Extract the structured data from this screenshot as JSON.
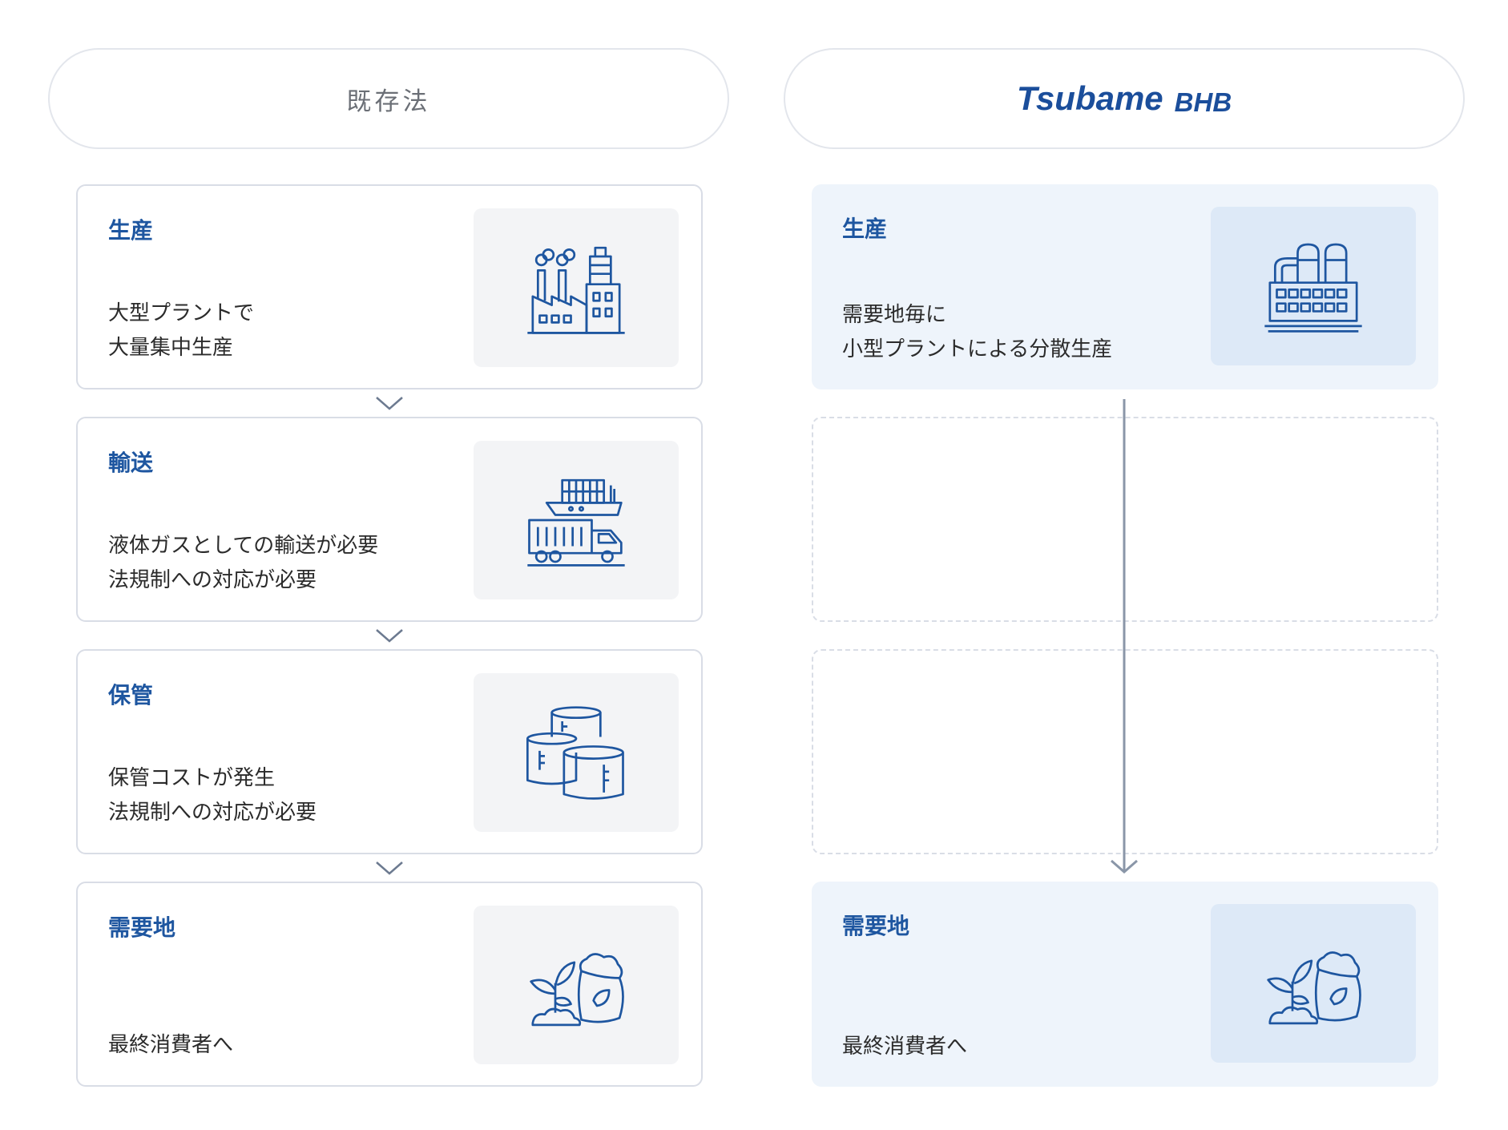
{
  "header": {
    "left_label": "既存法",
    "right_logo_main": "Tsubame",
    "right_logo_sub": "BHB"
  },
  "left_column": {
    "stages": [
      {
        "title": "生産",
        "desc": [
          "大型プラントで",
          "大量集中生産"
        ],
        "icon": "factory-icon"
      },
      {
        "title": "輸送",
        "desc": [
          "液体ガスとしての輸送が必要",
          "法規制への対応が必要"
        ],
        "icon": "ship-truck-icon"
      },
      {
        "title": "保管",
        "desc": [
          "保管コストが発生",
          "法規制への対応が必要"
        ],
        "icon": "storage-tanks-icon"
      },
      {
        "title": "需要地",
        "desc": [
          "最終消費者へ"
        ],
        "icon": "plant-fertilizer-icon"
      }
    ]
  },
  "right_column": {
    "stages": [
      {
        "title": "生産",
        "desc": [
          "需要地毎に",
          "小型プラントによる分散生産"
        ],
        "icon": "small-plant-icon"
      },
      {
        "title": "需要地",
        "desc": [
          "最終消費者へ"
        ],
        "icon": "plant-fertilizer-icon"
      }
    ]
  },
  "colors": {
    "accent": "#1e56a0",
    "right_card_bg": "#eef4fb",
    "right_icon_bg": "#dde9f7",
    "left_icon_bg": "#f3f4f6",
    "border": "#d9dde6",
    "arrow": "#8a96a8"
  }
}
